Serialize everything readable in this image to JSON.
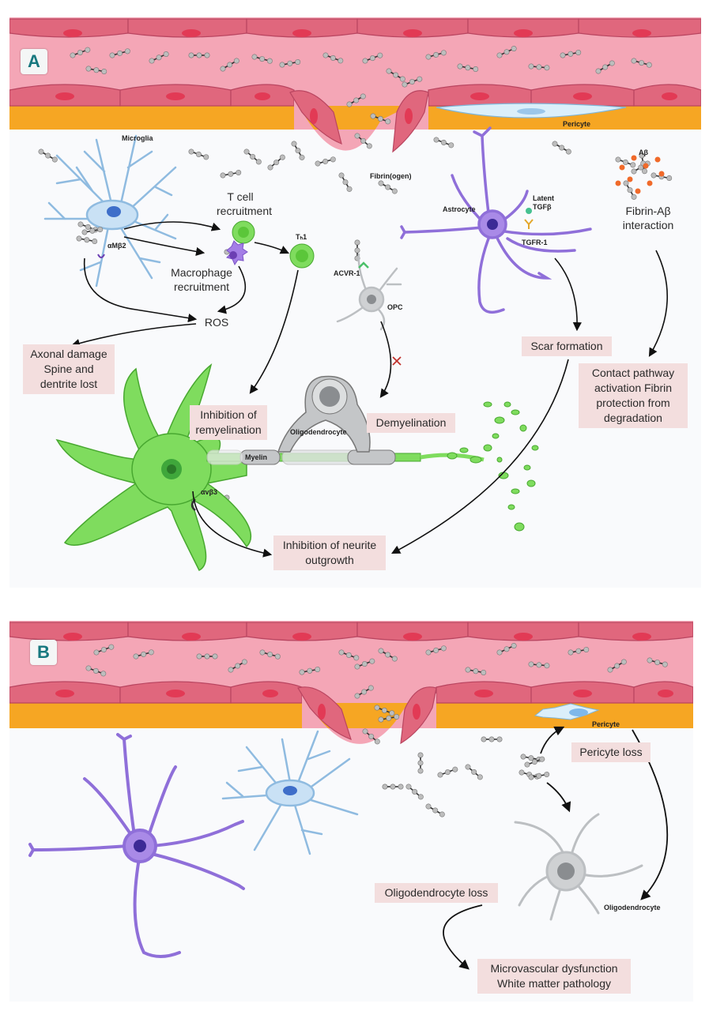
{
  "panel_a": {
    "badge": "A",
    "labels": {
      "microglia": "Microglia",
      "integrin_am": "αMβ2",
      "fibrinogen": "Fibrin(ogen)",
      "pericyte": "Pericyte",
      "astrocyte": "Astrocyte",
      "latent_tgfb": "Latent TGFβ",
      "tgfr1": "TGFR-1",
      "abeta": "Aβ",
      "th1": "Tₕ1",
      "acvr1": "ACVR-1",
      "opc": "OPC",
      "oligodendrocyte": "Oligodendrocyte",
      "myelin": "Myelin",
      "integrin_v": "αvβ3"
    },
    "texts": {
      "t_cell": "T cell recruitment",
      "macrophage": "Macrophage recruitment",
      "ros": "ROS",
      "fibrin_abeta": "Fibrin-Aβ interaction"
    },
    "tags": {
      "axonal": "Axonal damage Spine and dentrite lost",
      "remyelination": "Inhibition of remyelination",
      "demyelination": "Demyelination",
      "scar": "Scar formation",
      "contact": "Contact pathway activation Fibrin protection from degradation",
      "neurite": "Inhibition of neurite outgrowth"
    }
  },
  "panel_b": {
    "badge": "B",
    "labels": {
      "pericyte": "Pericyte",
      "oligodendrocyte": "Oligodendrocyte"
    },
    "tags": {
      "pericyte_loss": "Pericyte loss",
      "oligo_loss": "Oligodendrocyte loss",
      "microvascular": "Microvascular dysfunction White matter pathology"
    }
  },
  "colors": {
    "vessel": "#f4a6b6",
    "endothelium": "#e0677d",
    "nucleus": "#e23a55",
    "basement": "#f6a623",
    "microglia": "#9cc7ea",
    "astrocyte": "#8f6fd9",
    "neuron": "#7fdc5e",
    "opc": "#c4c6c8",
    "tag": "#f3dede"
  }
}
